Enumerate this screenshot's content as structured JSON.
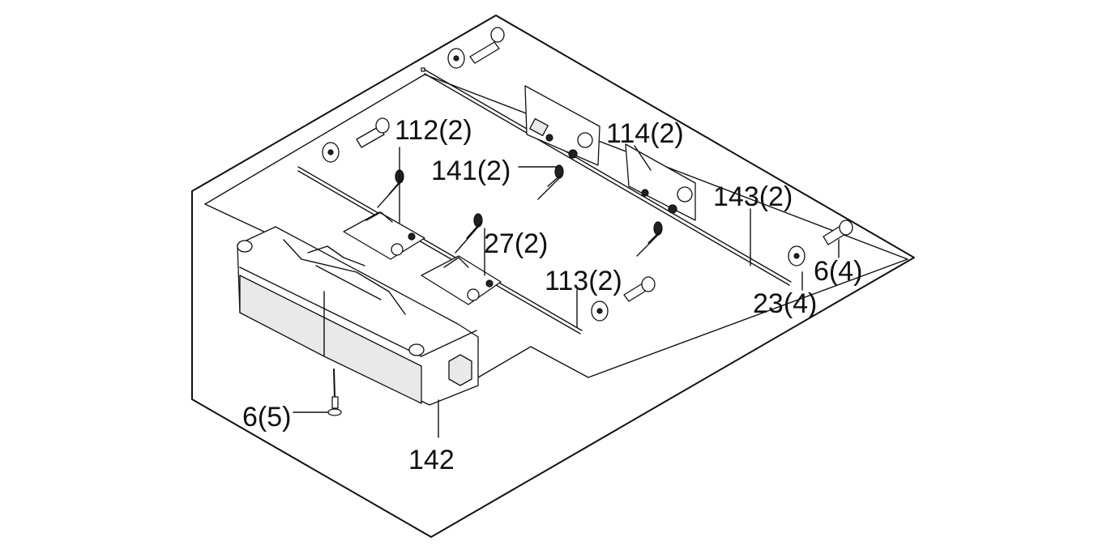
{
  "diagram": {
    "callouts": {
      "c112": "112(2)",
      "c114": "114(2)",
      "c141": "141(2)",
      "c143": "143(2)",
      "c27": "27(2)",
      "c113": "113(2)",
      "c6_4": "6(4)",
      "c23_4": "23(4)",
      "c6_5": "6(5)",
      "c142": "142"
    },
    "colors": {
      "line": "#111111",
      "fill": "#ffffff",
      "shade": "#e9e9e9"
    }
  }
}
